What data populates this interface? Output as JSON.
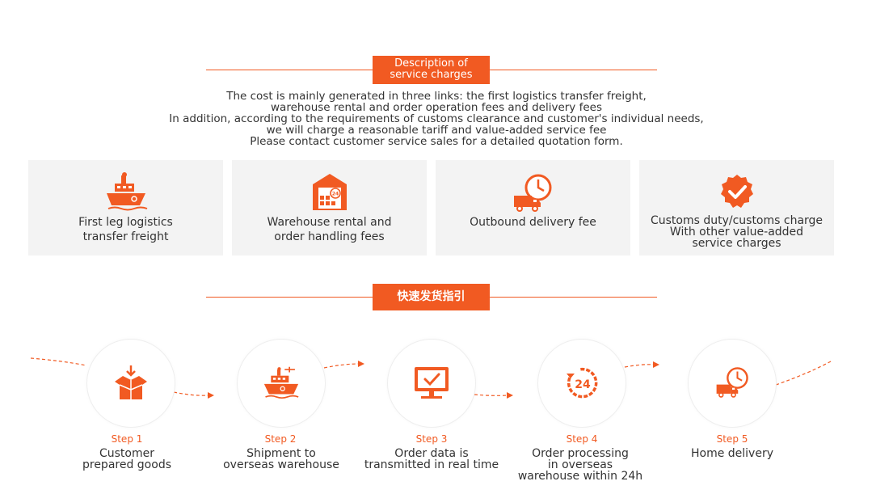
{
  "section1": {
    "badge_line1": "Description of",
    "badge_line2": "service charges",
    "desc_lines": [
      "The cost is mainly generated in three links: the first logistics transfer freight,",
      "warehouse rental and order operation fees and delivery fees",
      "In addition, according to the requirements of customs clearance and customer's individual needs,",
      "we will charge a reasonable tariff and value-added service fee",
      "Please contact customer service sales for a detailed quotation form."
    ]
  },
  "cards": [
    {
      "icon": "ship-icon",
      "lines": [
        "First leg logistics",
        "transfer freight"
      ]
    },
    {
      "icon": "warehouse-icon",
      "lines": [
        "Warehouse rental and",
        "order handling fees"
      ]
    },
    {
      "icon": "delivery-truck-clock-icon",
      "lines": [
        "Outbound delivery fee"
      ]
    },
    {
      "icon": "badge-check-icon",
      "lines": [
        "Customs duty/customs charge",
        "With other value-added",
        "service charges"
      ]
    }
  ],
  "section2": {
    "badge": "快速发货指引"
  },
  "steps": [
    {
      "step": "Step 1",
      "icon": "package-icon",
      "lines": [
        "Customer",
        "prepared goods"
      ]
    },
    {
      "step": "Step 2",
      "icon": "ship-icon",
      "lines": [
        "Shipment to",
        "overseas warehouse"
      ]
    },
    {
      "step": "Step 3",
      "icon": "monitor-check-icon",
      "lines": [
        "Order data is",
        "transmitted in real time"
      ]
    },
    {
      "step": "Step 4",
      "icon": "24h-icon",
      "lines": [
        "Order processing",
        "in overseas",
        "warehouse within 24h"
      ]
    },
    {
      "step": "Step 5",
      "icon": "delivery-truck-clock-icon",
      "lines": [
        "Home delivery"
      ]
    }
  ],
  "colors": {
    "accent": "#f15a22",
    "card_bg": "#f3f3f3",
    "text": "#333333"
  }
}
